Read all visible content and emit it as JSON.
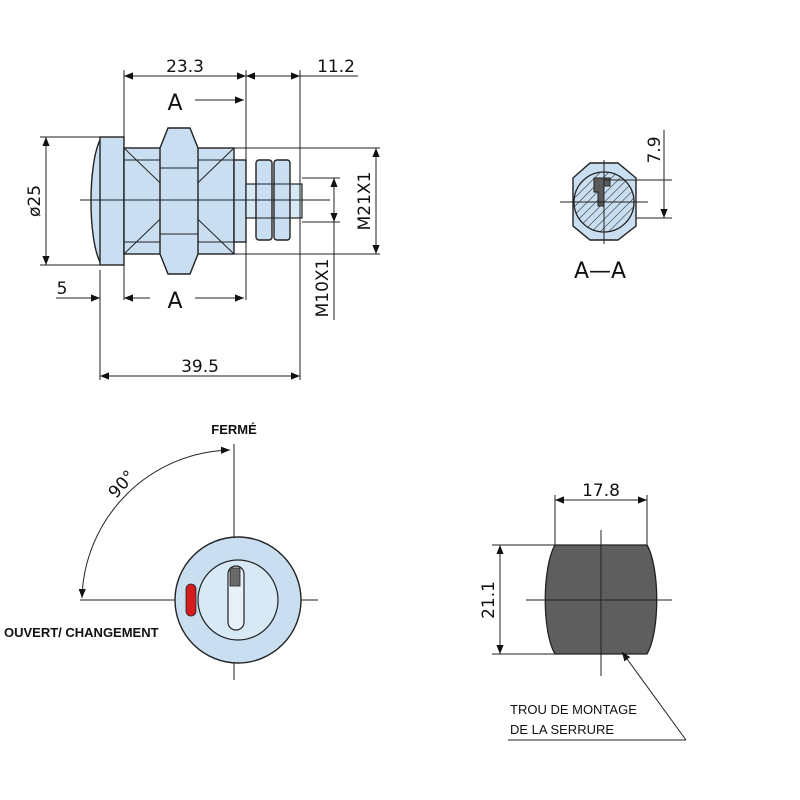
{
  "side_view": {
    "dim_top_left": "23.3",
    "dim_top_right": "11.2",
    "dim_diameter": "ø25",
    "dim_thread_main": "M21X1",
    "dim_thread_small": "M10X1",
    "dim_flange": "5",
    "dim_total": "39.5",
    "section_label_top": "A",
    "section_label_bottom": "A"
  },
  "section_view": {
    "dim_flat": "7.9",
    "label": "A—A"
  },
  "front_view": {
    "closed_label": "FERMÉ",
    "open_label": "OUVERT/ CHANGEMENT",
    "angle_label": "90°"
  },
  "mounting_hole": {
    "dim_width": "17.8",
    "dim_height": "21.1",
    "note_line1": "TROU DE MONTAGE",
    "note_line2": "DE LA SERRURE"
  },
  "colors": {
    "part_fill": "#c9dff1",
    "hole_fill": "#5e5e5e",
    "indicator_red": "#d41c1c",
    "line": "#222222"
  }
}
